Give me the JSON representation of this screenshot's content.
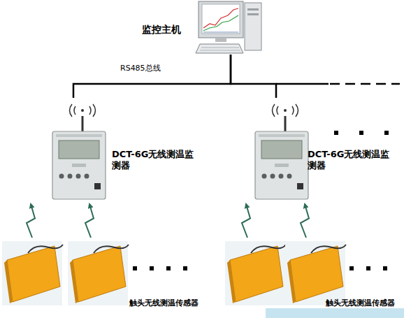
{
  "diagram": {
    "nodes": [
      {
        "text": [
          "监控主机"
        ]
      },
      {
        "text": [
          "DCT-6G无线测温监测器"
        ]
      },
      {
        "text": [
          "DCT-6G无线测温监测器"
        ]
      },
      {
        "text": [
          "触头无线测温传感器"
        ]
      },
      {
        "text": [
          "触头无线测温传感器"
        ]
      }
    ],
    "edges": [
      {
        "from": 0,
        "to": 1,
        "arrow": "none",
        "label": "RS485总线"
      },
      {
        "from": 0,
        "to": 2,
        "arrow": "none"
      },
      {
        "from": 3,
        "to": 1,
        "arrow": "to"
      },
      {
        "from": 3,
        "to": 1,
        "arrow": "to"
      },
      {
        "from": 4,
        "to": 2,
        "arrow": "to"
      },
      {
        "from": 4,
        "to": 2,
        "arrow": "to"
      }
    ]
  }
}
